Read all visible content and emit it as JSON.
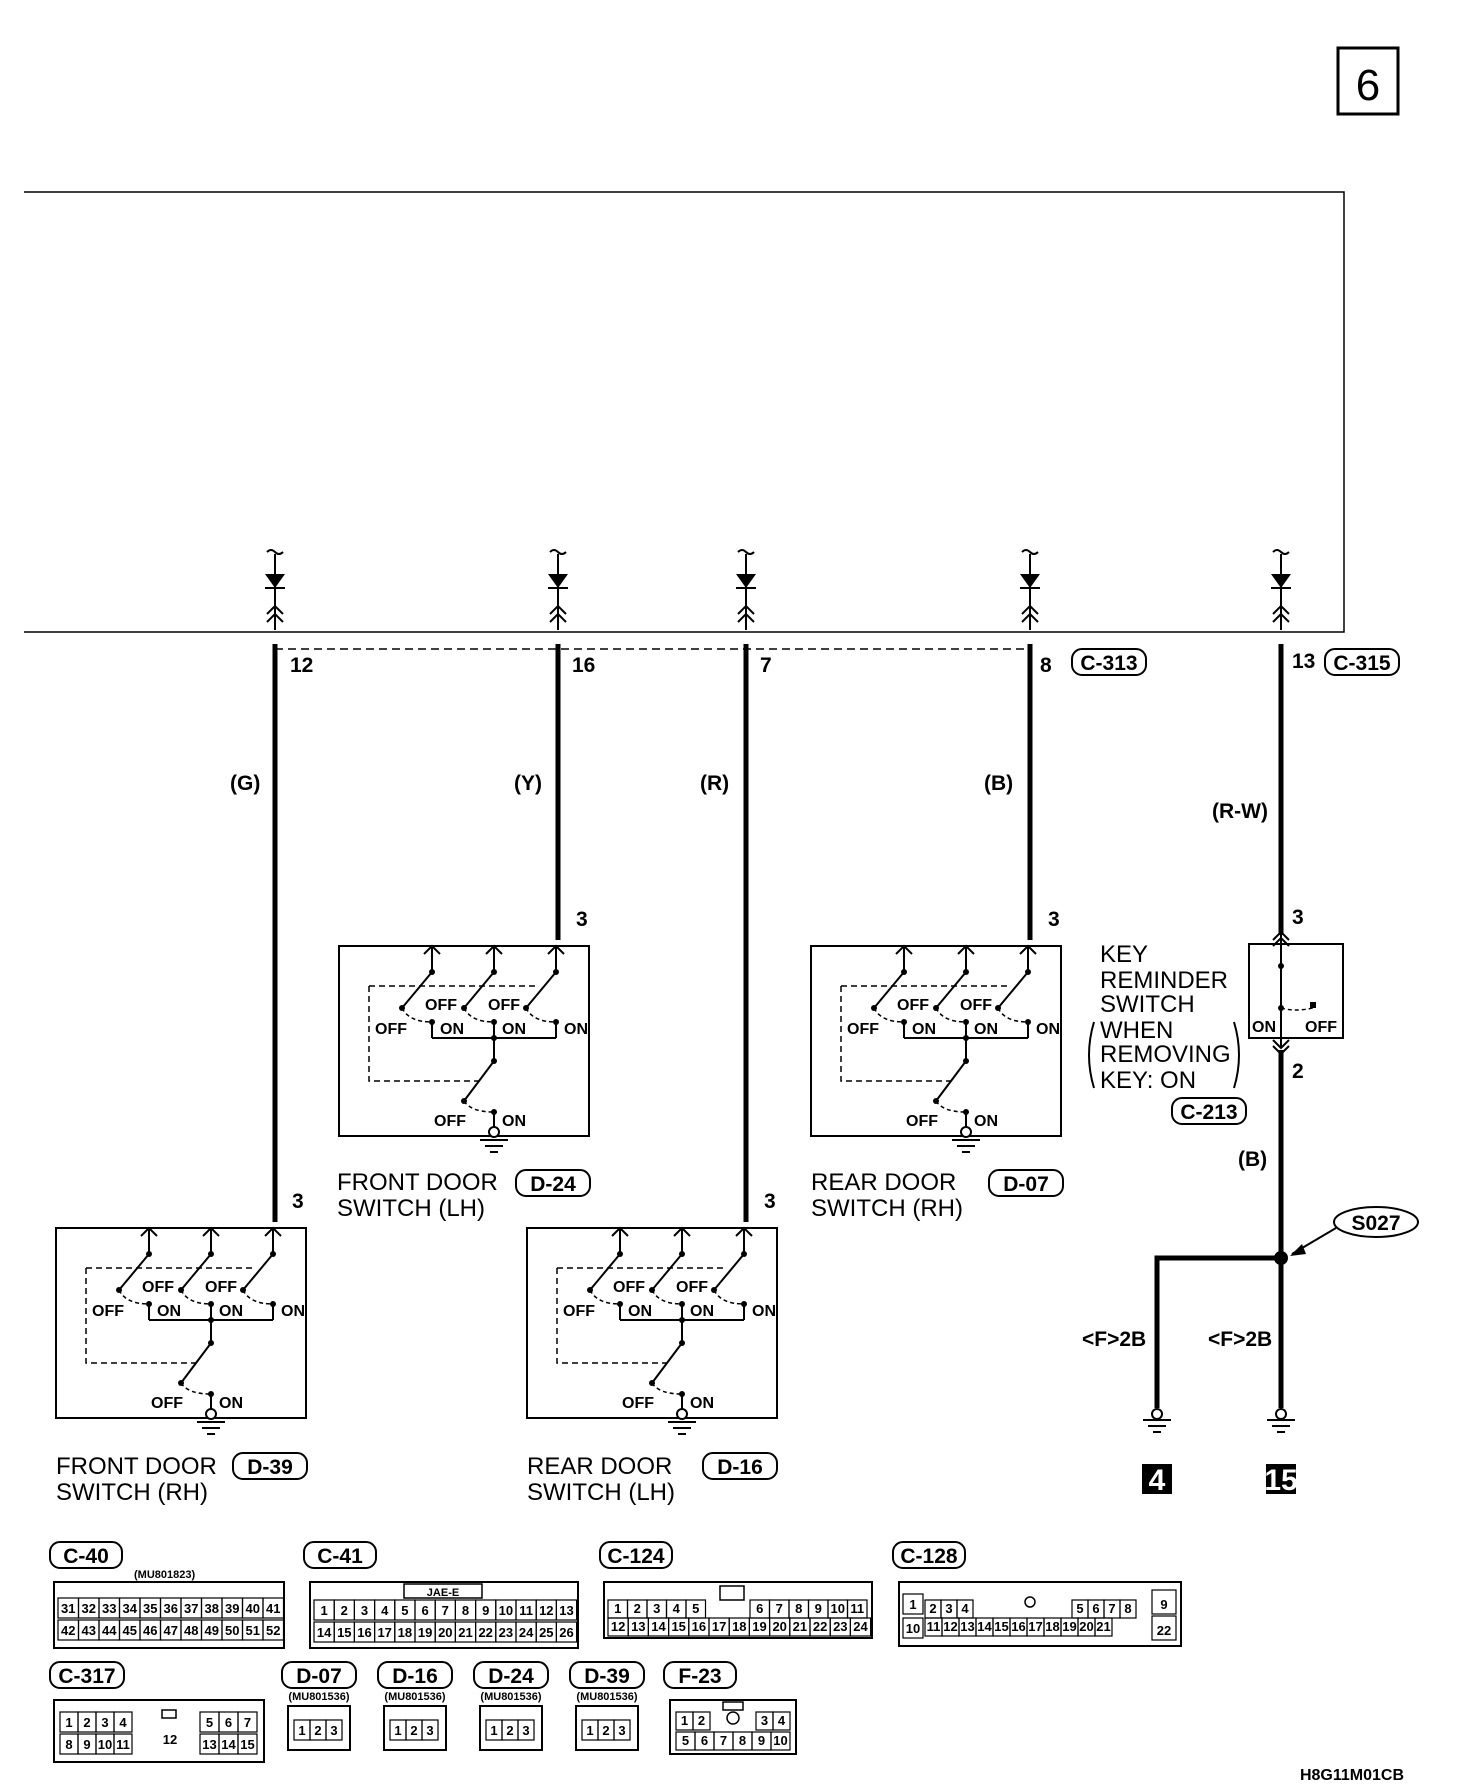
{
  "page_number": "6",
  "diagram_code": "H8G11M01CB",
  "connectors_top": {
    "c313": "C-313",
    "c315": "C-315"
  },
  "pins": {
    "p12": "12",
    "p16": "16",
    "p7": "7",
    "p8": "8",
    "p13": "13",
    "p3": "3",
    "p2": "2"
  },
  "wire_colors": {
    "g": "(G)",
    "y": "(Y)",
    "r": "(R)",
    "b": "(B)",
    "rw": "(R-W)"
  },
  "switch_states": {
    "off": "OFF",
    "on": "ON"
  },
  "switches": {
    "front_lh": {
      "line1": "FRONT DOOR",
      "line2": "SWITCH (LH)",
      "connector": "D-24"
    },
    "rear_rh": {
      "line1": "REAR DOOR",
      "line2": "SWITCH (RH)",
      "connector": "D-07"
    },
    "front_rh": {
      "line1": "FRONT DOOR",
      "line2": "SWITCH (RH)",
      "connector": "D-39"
    },
    "rear_lh": {
      "line1": "REAR DOOR",
      "line2": "SWITCH (LH)",
      "connector": "D-16"
    },
    "key": {
      "l1": "KEY",
      "l2": "REMINDER",
      "l3": "SWITCH",
      "l4": "WHEN",
      "l5": "REMOVING",
      "l6": "KEY: ON",
      "connector": "C-213"
    }
  },
  "splice": "S027",
  "grounds": {
    "g4_label": "<F>2B",
    "g15_label": "<F>2B",
    "g4": "4",
    "g15": "15"
  },
  "connector_views": {
    "c40": {
      "name": "C-40",
      "part": "(MU801823)",
      "row1": [
        "31",
        "32",
        "33",
        "34",
        "35",
        "36",
        "37",
        "38",
        "39",
        "40",
        "41"
      ],
      "row2": [
        "42",
        "43",
        "44",
        "45",
        "46",
        "47",
        "48",
        "49",
        "50",
        "51",
        "52"
      ]
    },
    "c41": {
      "name": "C-41",
      "tag": "JAE-E",
      "row1": [
        "1",
        "2",
        "3",
        "4",
        "5",
        "6",
        "7",
        "8",
        "9",
        "10",
        "11",
        "12",
        "13"
      ],
      "row2": [
        "14",
        "15",
        "16",
        "17",
        "18",
        "19",
        "20",
        "21",
        "22",
        "23",
        "24",
        "25",
        "26"
      ]
    },
    "c124": {
      "name": "C-124",
      "row1a": [
        "1",
        "2",
        "3",
        "4",
        "5"
      ],
      "row1b": [
        "6",
        "7",
        "8",
        "9",
        "10",
        "11"
      ],
      "row2": [
        "12",
        "13",
        "14",
        "15",
        "16",
        "17",
        "18",
        "19",
        "20",
        "21",
        "22",
        "23",
        "24"
      ]
    },
    "c128": {
      "name": "C-128",
      "row1a": [
        "2",
        "3",
        "4"
      ],
      "row1b": [
        "5",
        "6",
        "7",
        "8"
      ],
      "row2": [
        "11",
        "12",
        "13",
        "14",
        "15",
        "16",
        "17",
        "18",
        "19",
        "20",
        "21"
      ],
      "p1": "1",
      "p10": "10",
      "p9": "9",
      "p22": "22"
    },
    "c317": {
      "name": "C-317",
      "row1a": [
        "1",
        "2",
        "3",
        "4"
      ],
      "row1b": [
        "5",
        "6",
        "7"
      ],
      "row2a": [
        "8",
        "9",
        "10",
        "11"
      ],
      "row2b": [
        "13",
        "14",
        "15"
      ],
      "mid": "12"
    },
    "d07": {
      "name": "D-07",
      "part": "(MU801536)",
      "pins": [
        "1",
        "2",
        "3"
      ]
    },
    "d16": {
      "name": "D-16",
      "part": "(MU801536)",
      "pins": [
        "1",
        "2",
        "3"
      ]
    },
    "d24": {
      "name": "D-24",
      "part": "(MU801536)",
      "pins": [
        "1",
        "2",
        "3"
      ]
    },
    "d39": {
      "name": "D-39",
      "part": "(MU801536)",
      "pins": [
        "1",
        "2",
        "3"
      ]
    },
    "f23": {
      "name": "F-23",
      "row1a": [
        "1",
        "2"
      ],
      "row1b": [
        "3",
        "4"
      ],
      "row2": [
        "5",
        "6",
        "7",
        "8",
        "9",
        "10"
      ]
    }
  }
}
